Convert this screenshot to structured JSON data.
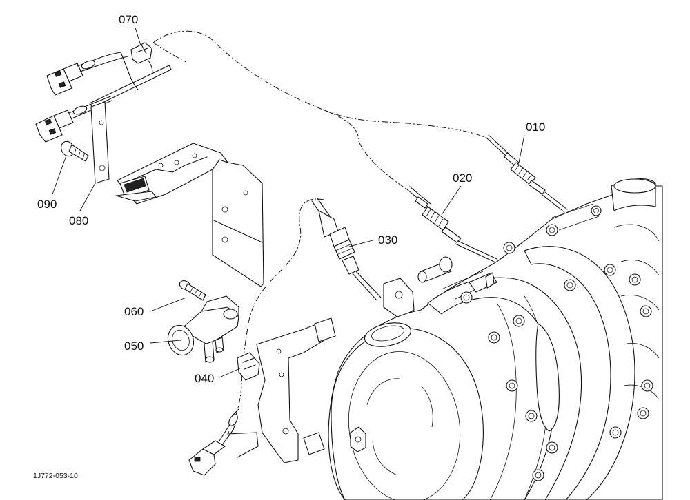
{
  "callouts": {
    "p010": "010",
    "p020": "020",
    "p030": "030",
    "p040": "040",
    "p050": "050",
    "p060": "060",
    "p070": "070",
    "p080": "080",
    "p090": "090"
  },
  "figure_ref": "1J772-053-10"
}
